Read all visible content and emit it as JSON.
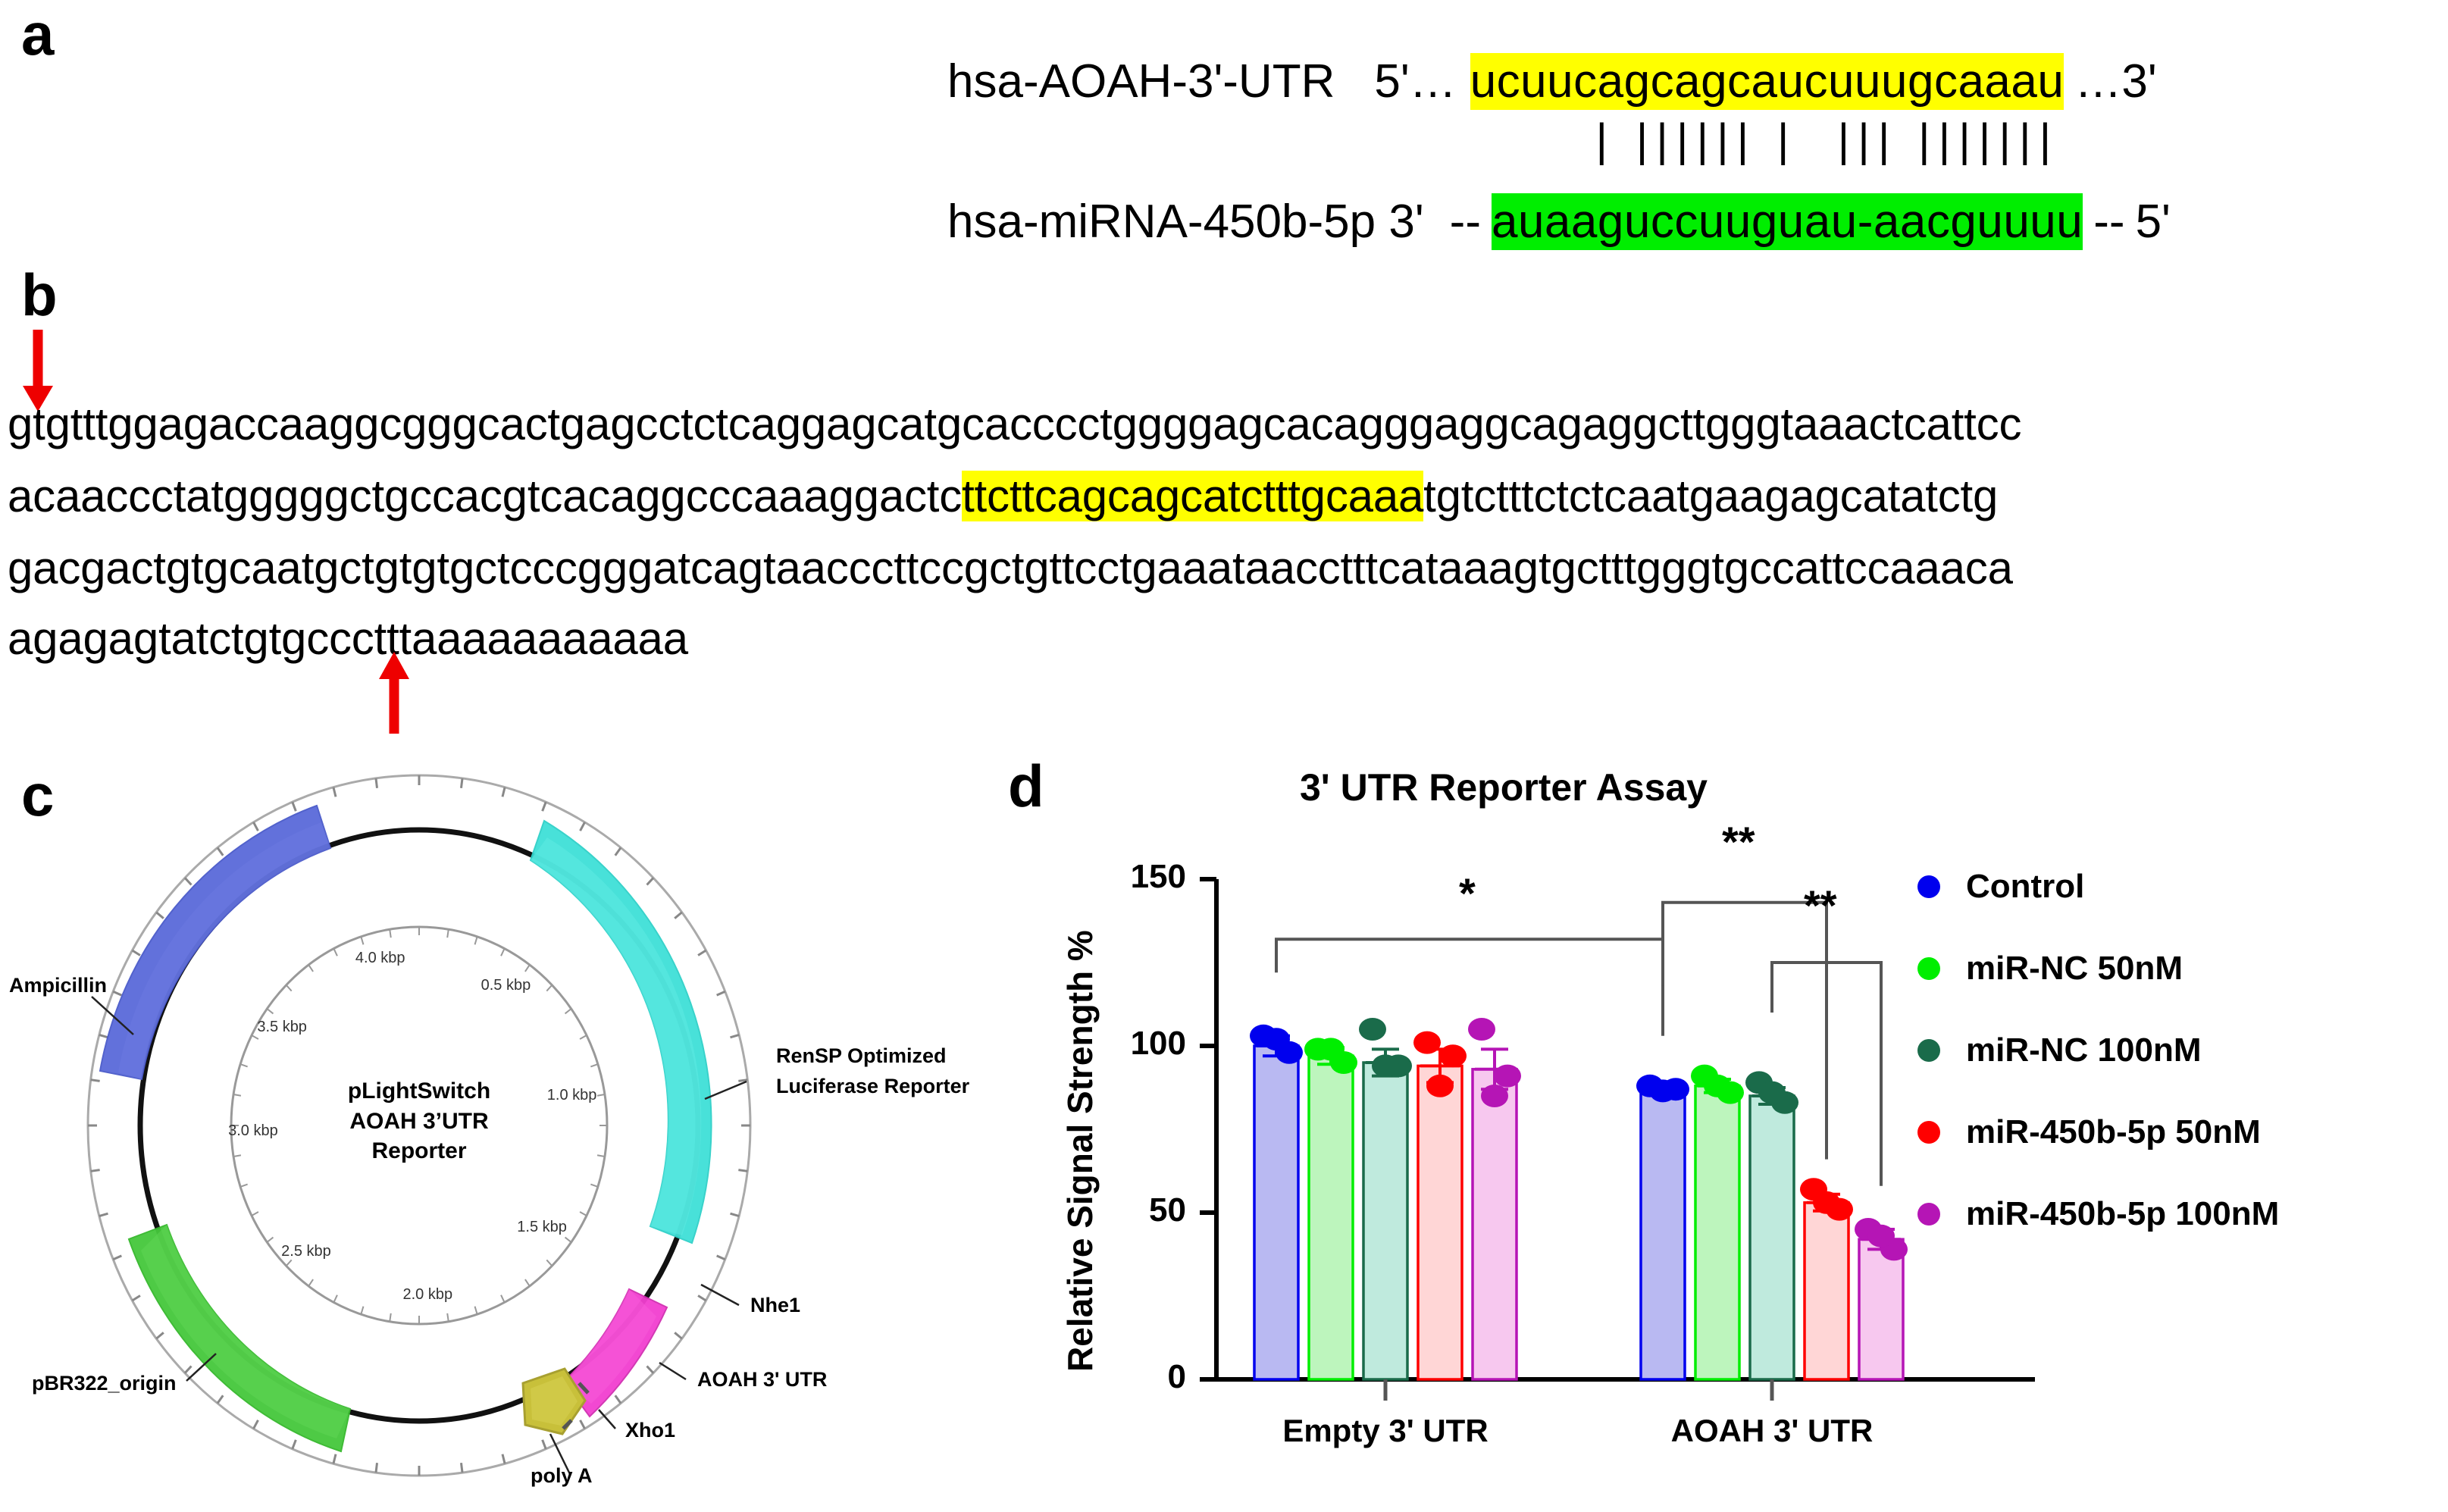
{
  "panels": {
    "a": {
      "letter": "a"
    },
    "b": {
      "letter": "b"
    },
    "c": {
      "letter": "c"
    },
    "d": {
      "letter": "d"
    }
  },
  "panel_a": {
    "utr_name": "hsa-AOAH-3'-UTR",
    "utr_five_prime": "5'…",
    "utr_sequence": "ucuucagcagcaucuuugcaaau",
    "utr_three_prime": "…3'",
    "mirna_name": "hsa-miRNA-450b-5p 3'",
    "mirna_dash_left": "--",
    "mirna_sequence": "auaaguccuuguau-aacguuuu",
    "mirna_dash_right": "--",
    "mirna_five_prime": "5'",
    "pairing": "| |||||| |  ||| |||||||",
    "highlight_utr_color": "#ffff00",
    "highlight_mirna_color": "#00ee00"
  },
  "panel_b": {
    "lines": [
      [
        {
          "t": "gtgtttggagaccaaggcgggcactgagcctctcaggagcatgcacccctggggagcacagggaggcagaggcttgggtaaactcattcc",
          "h": false
        }
      ],
      [
        {
          "t": "acaaccctatgggggctgccacgtcacaggcccaaaggactc",
          "h": false
        },
        {
          "t": "ttcttcagcagcatctttgcaaa",
          "h": true
        },
        {
          "t": "tgtctttctctcaatgaagagcatatctg",
          "h": false
        }
      ],
      [
        {
          "t": "gacgactgtgcaatgctgtgtgctcccgggatcagtaacccttccgctgttcctgaaataacctttcataaagtgctttgggtgccattccaaaca",
          "h": false
        }
      ],
      [
        {
          "t": "agagagtatctgtgccctttaaaaaaaaaaa",
          "h": false
        }
      ]
    ],
    "arrow_color": "#ee0000",
    "highlight_color": "#ffff00"
  },
  "panel_c": {
    "center_text": "pLightSwitch\nAOAH 3'UTR\nReporter",
    "center_line1": "pLightSwitch",
    "center_line2": "AOAH 3’UTR",
    "center_line3": "Reporter",
    "features": [
      {
        "name": "Ampicillin",
        "color": "#5566d8"
      },
      {
        "name": "RenSP Optimized Luciferase Reporter",
        "color": "#3fe0d8"
      },
      {
        "name": "AOAH 3' UTR",
        "color": "#f23fd0"
      },
      {
        "name": "Nhe1",
        "color": "#f23fd0"
      },
      {
        "name": "Xho1",
        "color": "#c8c03a"
      },
      {
        "name": "poly A",
        "color": "#c8c03a"
      },
      {
        "name": "pBR322_origin",
        "color": "#45c83c"
      }
    ],
    "feature_labels": {
      "ampicillin": "Ampicillin",
      "rensp_line1": "RenSP Optimized",
      "rensp_line2": "Luciferase Reporter",
      "nhe1": "Nhe1",
      "aoah_utr": "AOAH 3' UTR",
      "xho1": "Xho1",
      "polya": "poly A",
      "pbr322": "pBR322_origin"
    },
    "scale_ticks": [
      "0.5 kbp",
      "1.0 kbp",
      "1.5 kbp",
      "2.0 kbp",
      "2.5 kbp",
      "3.0 kbp",
      "3.5 kbp",
      "4.0 kbp"
    ]
  },
  "panel_d": {
    "title": "3' UTR Reporter Assay",
    "ylabel": "Relative Signal Strength %",
    "significance": [
      {
        "label": "*",
        "id": "sig-empty-vs-aoah"
      },
      {
        "label": "**",
        "id": "sig-aoah-50"
      },
      {
        "label": "**",
        "id": "sig-aoah-100"
      }
    ]
  },
  "chart_data": {
    "type": "bar",
    "title": "3' UTR Reporter Assay",
    "xlabel": "",
    "ylabel": "Relative Signal Strength %",
    "ylim": [
      0,
      150
    ],
    "yticks": [
      0,
      50,
      100,
      150
    ],
    "ytick_labels": [
      "0",
      "50",
      "100",
      "150"
    ],
    "grid": false,
    "legend_position": "right",
    "categories": [
      "Empty 3' UTR",
      "AOAH 3' UTR"
    ],
    "series": [
      {
        "name": "Control",
        "color": "#0000ee",
        "bar_fill": "#b9b9f2",
        "values": [
          100,
          87
        ],
        "errors": [
          3,
          1.5
        ],
        "points": [
          [
            103,
            98,
            102
          ],
          [
            88,
            87,
            86.5
          ]
        ]
      },
      {
        "name": "miR-NC 50nM",
        "color": "#00ee00",
        "bar_fill": "#bdf5bd",
        "values": [
          97,
          88
        ],
        "errors": [
          2.5,
          2
        ],
        "points": [
          [
            99,
            95,
            99
          ],
          [
            91,
            86,
            88
          ]
        ]
      },
      {
        "name": "miR-NC 100nM",
        "color": "#1a6b4a",
        "bar_fill": "#bfeadd",
        "values": [
          95,
          85
        ],
        "errors": [
          4,
          2.5
        ],
        "points": [
          [
            105,
            94,
            94
          ],
          [
            89,
            83,
            86
          ]
        ]
      },
      {
        "name": "miR-450b-5p 50nM",
        "color": "#ff0000",
        "bar_fill": "#ffd6d6",
        "values": [
          94,
          53
        ],
        "errors": [
          5,
          2.5
        ],
        "points": [
          [
            101,
            97,
            88
          ],
          [
            57,
            51,
            53
          ]
        ]
      },
      {
        "name": "miR-450b-5p 100nM",
        "color": "#b515b5",
        "bar_fill": "#f7c8ef",
        "values": [
          93,
          42
        ],
        "errors": [
          6,
          3
        ],
        "points": [
          [
            105,
            91,
            85
          ],
          [
            45,
            39,
            43
          ]
        ]
      }
    ],
    "annotations": [
      {
        "text": "*",
        "between": [
          "Empty 3' UTR / Control",
          "AOAH 3' UTR / Control"
        ]
      },
      {
        "text": "**",
        "between": [
          "AOAH 3' UTR / Control",
          "AOAH 3' UTR / miR-450b-5p 50nM"
        ]
      },
      {
        "text": "**",
        "between": [
          "AOAH 3' UTR / miR-NC 100nM",
          "AOAH 3' UTR / miR-450b-5p 100nM"
        ]
      }
    ]
  }
}
